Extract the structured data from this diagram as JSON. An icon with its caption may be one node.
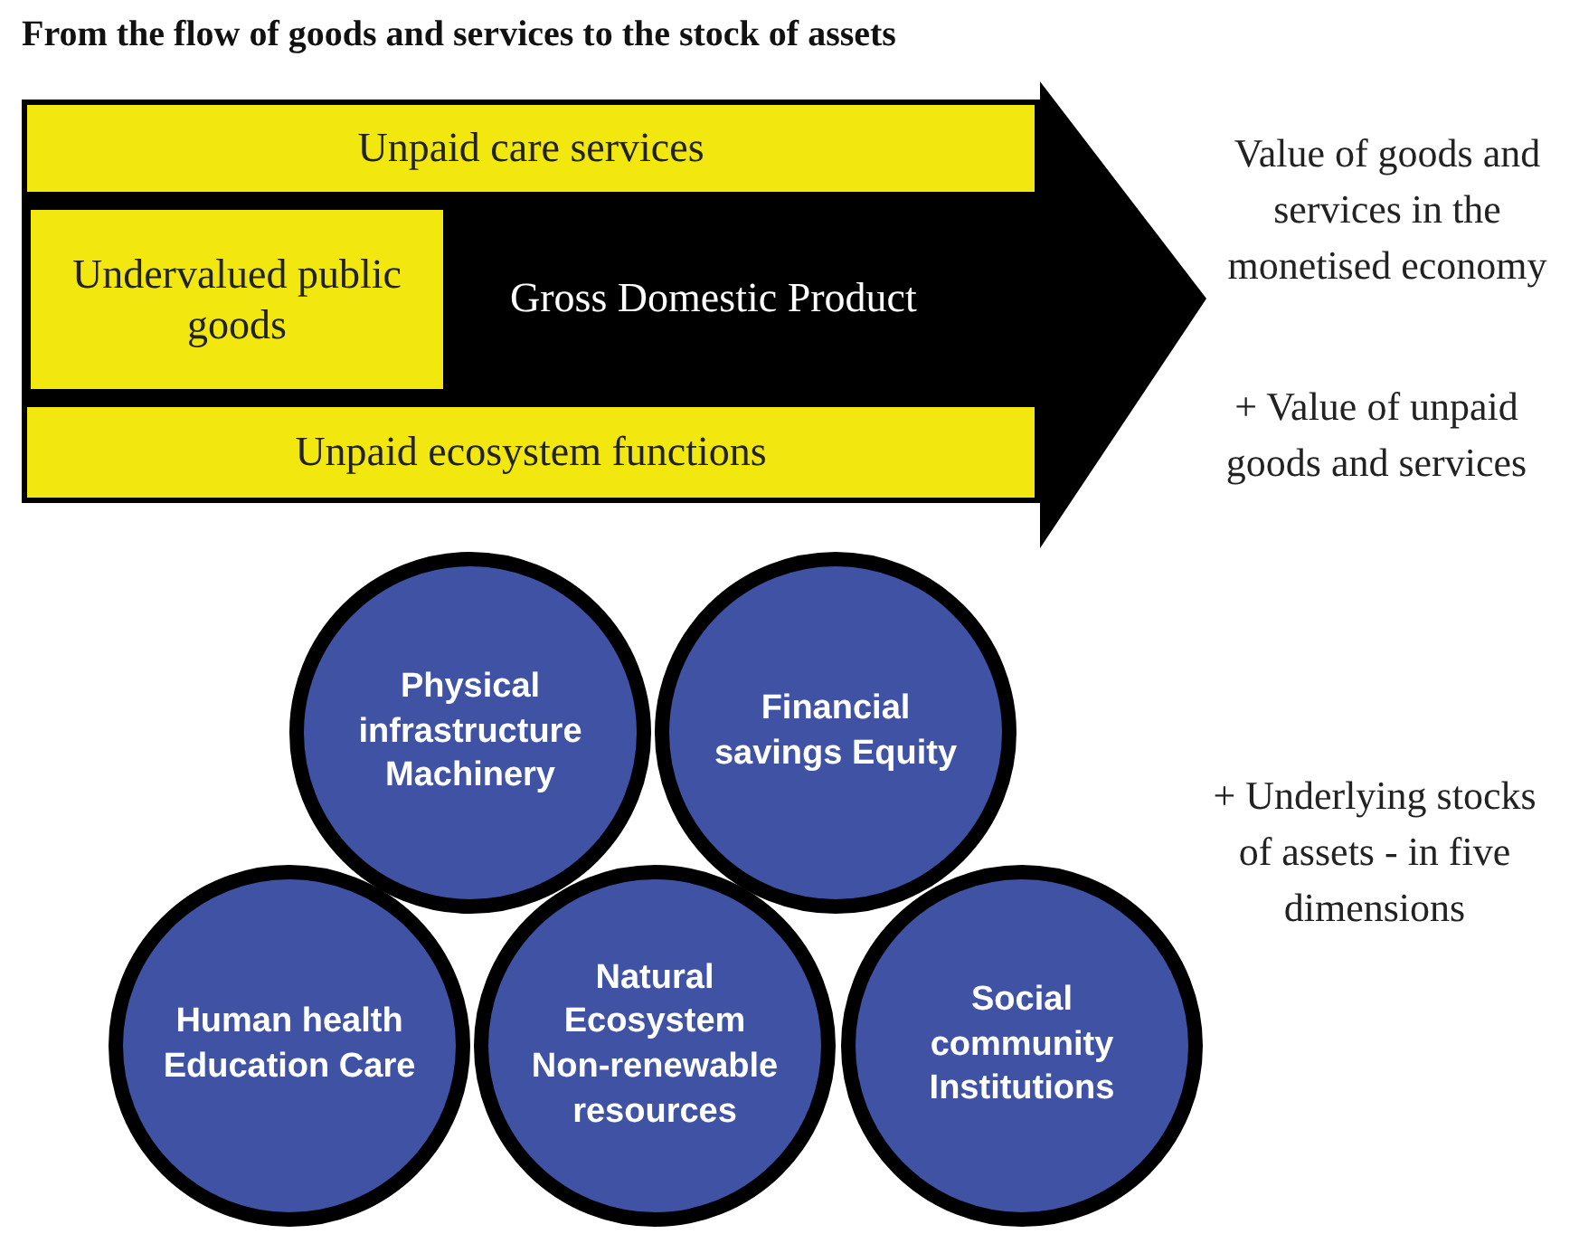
{
  "diagram": {
    "title": "From the flow of goods and services to the stock of assets",
    "nodes": [
      {
        "text": [
          "Gross Domestic Product"
        ]
      },
      {
        "text": [
          "Unpaid care services"
        ],
        "in": 0
      },
      {
        "text": [
          "Undervalued public goods"
        ],
        "in": 0
      },
      {
        "text": [
          "Unpaid ecosystem functions"
        ],
        "in": 0
      },
      {
        "text": [
          "Physical infrastructure Machinery"
        ]
      },
      {
        "text": [
          "Financial savings Equity"
        ]
      },
      {
        "text": [
          "Human health Education Care"
        ]
      },
      {
        "text": [
          "Natural Ecosystem Non-renewable resources"
        ]
      },
      {
        "text": [
          "Social community Institutions"
        ]
      }
    ],
    "labels": [
      "Value of goods and services in the monetised economy",
      "+ Value of unpaid goods and services",
      "+ Underlying stocks of assets - in five dimensions"
    ]
  }
}
